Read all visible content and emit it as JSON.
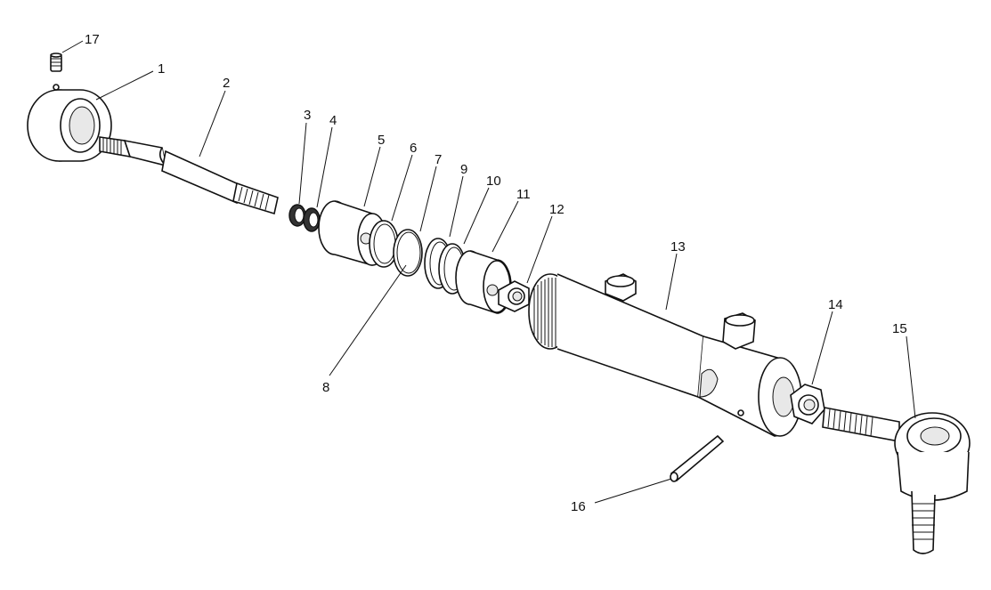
{
  "diagram": {
    "callouts": {
      "n1": "1",
      "n2": "2",
      "n3": "3",
      "n4": "4",
      "n5": "5",
      "n6": "6",
      "n7": "7",
      "n8": "8",
      "n9": "9",
      "n10": "10",
      "n11": "11",
      "n12": "12",
      "n13": "13",
      "n14": "14",
      "n15": "15",
      "n16": "16",
      "n17": "17"
    }
  }
}
